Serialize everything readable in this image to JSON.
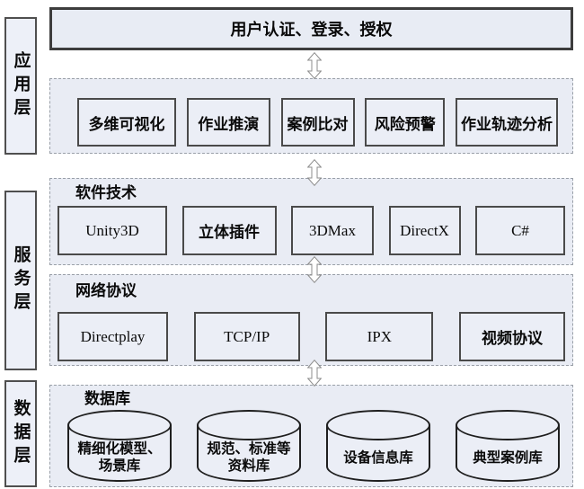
{
  "top_box": {
    "label": "用户认证、登录、授权"
  },
  "layer_labels": {
    "application": "应用层",
    "service": "服务层",
    "data": "数据层"
  },
  "app_panel": {
    "modules": [
      "多维可视化",
      "作业推演",
      "案例比对",
      "风险预警",
      "作业轨迹分析"
    ]
  },
  "software_panel": {
    "title": "软件技术",
    "items": [
      "Unity3D",
      "立体插件",
      "3DMax",
      "DirectX",
      "C#"
    ]
  },
  "network_panel": {
    "title": "网络协议",
    "items": [
      "Directplay",
      "TCP/IP",
      "IPX",
      "视频协议"
    ]
  },
  "database_panel": {
    "title": "数据库",
    "items": [
      "精细化模型、\n场景库",
      "规范、标准等\n资料库",
      "设备信息库",
      "典型案例库"
    ]
  },
  "icons": {
    "connector": "double-arrow"
  },
  "colors": {
    "panel_fill": "#e9ecf4",
    "node_fill": "#ebeef6",
    "node_border": "#4a4a4a",
    "top_box_border": "#3d3d3d",
    "dashed_border": "#9aa0a8",
    "cylinder_border": "#1f1f1f",
    "background": "#ffffff"
  }
}
